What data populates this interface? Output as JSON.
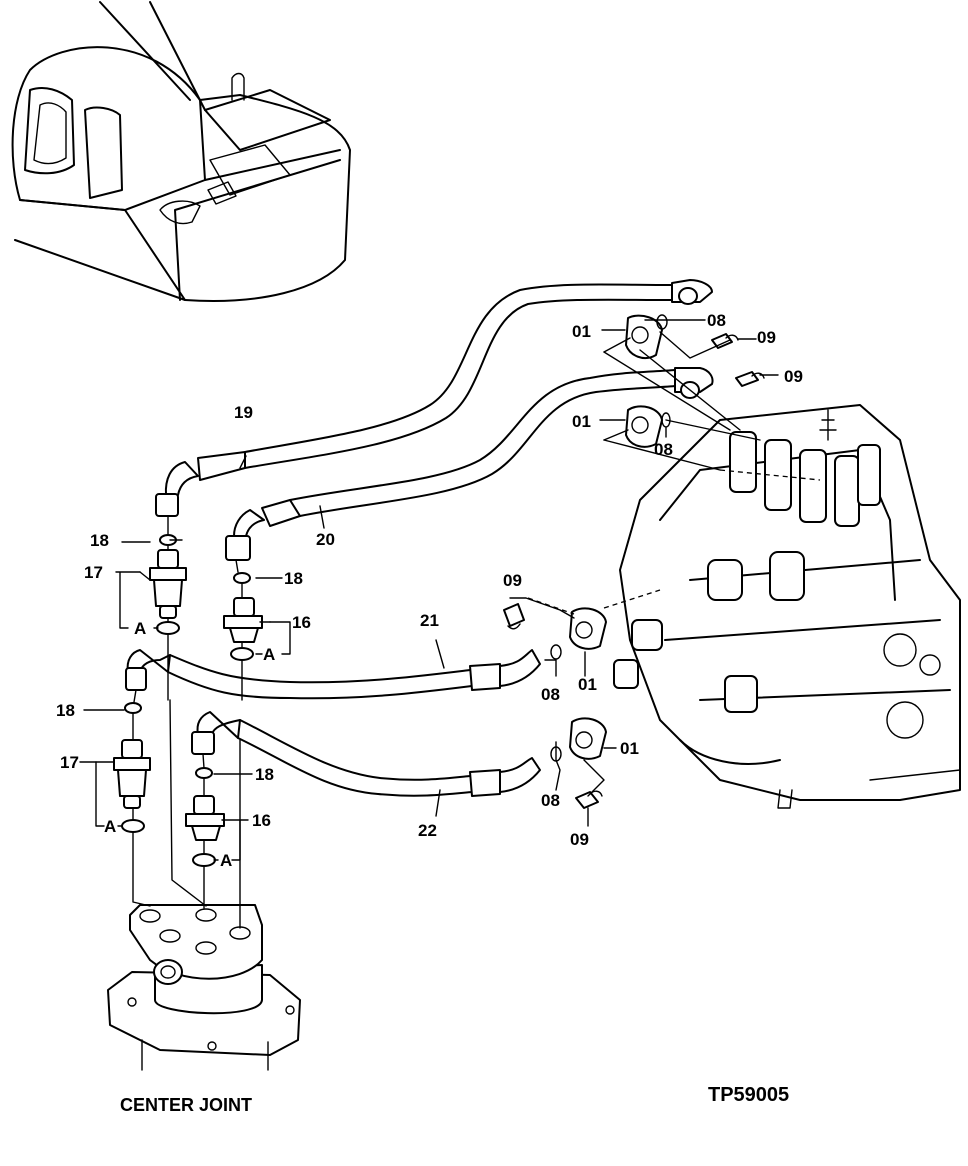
{
  "diagram": {
    "figure_id": "TP59005",
    "assembly_label": "CENTER JOINT",
    "callouts": [
      {
        "id": "c01a",
        "text": "01"
      },
      {
        "id": "c08a",
        "text": "08"
      },
      {
        "id": "c09a",
        "text": "09"
      },
      {
        "id": "c09b",
        "text": "09"
      },
      {
        "id": "c01b",
        "text": "01"
      },
      {
        "id": "c08b",
        "text": "08"
      },
      {
        "id": "c19",
        "text": "19"
      },
      {
        "id": "c20",
        "text": "20"
      },
      {
        "id": "c18a",
        "text": "18"
      },
      {
        "id": "c17a",
        "text": "17"
      },
      {
        "id": "cAa",
        "text": "A"
      },
      {
        "id": "c18b",
        "text": "18"
      },
      {
        "id": "c16a",
        "text": "16"
      },
      {
        "id": "cAb",
        "text": "A"
      },
      {
        "id": "c09c",
        "text": "09"
      },
      {
        "id": "c21",
        "text": "21"
      },
      {
        "id": "c08c",
        "text": "08"
      },
      {
        "id": "c01c",
        "text": "01"
      },
      {
        "id": "c18c",
        "text": "18"
      },
      {
        "id": "c17b",
        "text": "17"
      },
      {
        "id": "cAc",
        "text": "A"
      },
      {
        "id": "c18d",
        "text": "18"
      },
      {
        "id": "c16b",
        "text": "16"
      },
      {
        "id": "cAd",
        "text": "A"
      },
      {
        "id": "c01d",
        "text": "01"
      },
      {
        "id": "c08d",
        "text": "08"
      },
      {
        "id": "c22",
        "text": "22"
      },
      {
        "id": "c09d",
        "text": "09"
      }
    ]
  }
}
